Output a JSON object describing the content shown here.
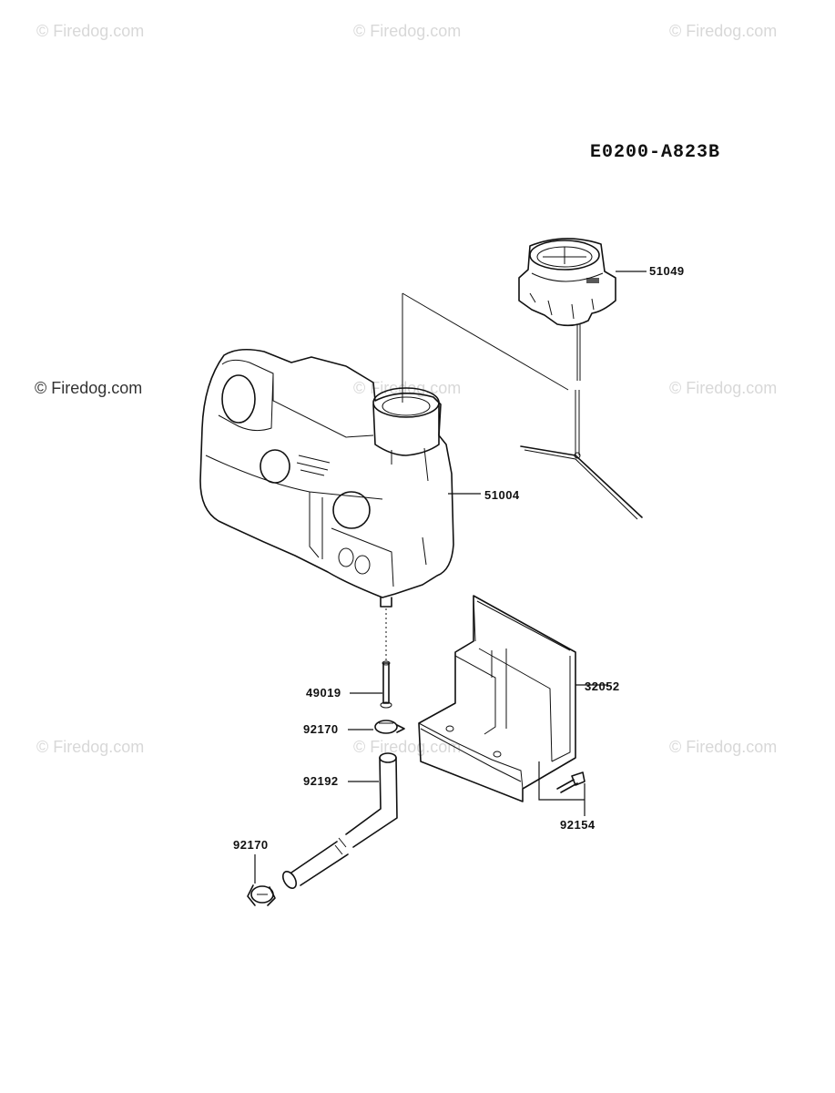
{
  "diagram": {
    "code": "E0200-A823B",
    "watermark": "© Firedog.com",
    "parts": {
      "cap": "51049",
      "tank": "51004",
      "fitting": "49019",
      "clamp_upper": "92170",
      "hose": "92192",
      "clamp_lower": "92170",
      "bracket": "32052",
      "bolt": "92154"
    }
  }
}
